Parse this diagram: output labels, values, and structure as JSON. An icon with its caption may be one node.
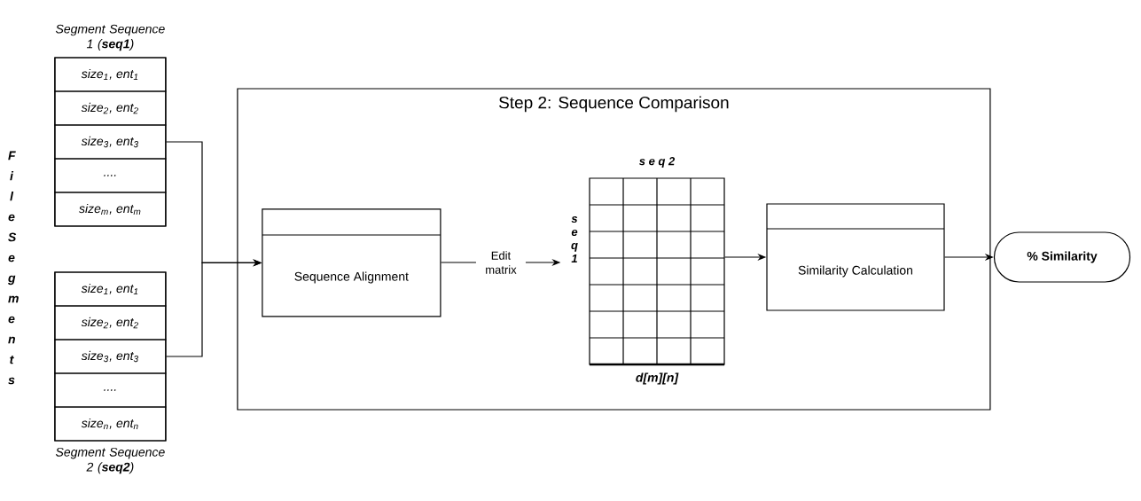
{
  "diagram": {
    "nodes": [
      {
        "text": [
          "Segment Sequence 1 (**seq1**)"
        ]
      },
      {
        "text": [
          "size$_{1}$, ent$_{1}$"
        ],
        "in": 0
      },
      {
        "text": [
          "size$_{2}$, ent$_{2}$"
        ],
        "in": 0
      },
      {
        "text": [
          "size$_{3}$, ent$_{3}$"
        ],
        "in": 0
      },
      {
        "text": [
          "...."
        ],
        "in": 0
      },
      {
        "text": [
          "size$_{m}$, ent$_{m}$"
        ],
        "in": 0
      },
      {
        "text": [
          "Segment Sequence 2 (**seq2**)"
        ]
      },
      {
        "text": [
          "size$_{1}$, ent$_{1}$"
        ],
        "in": 6
      },
      {
        "text": [
          "size$_{2}$, ent$_{2}$"
        ],
        "in": 6
      },
      {
        "text": [
          "size$_{3}$, ent$_{3}$"
        ],
        "in": 6
      },
      {
        "text": [
          "...."
        ],
        "in": 6
      },
      {
        "text": [
          "size$_{n}$, ent$_{n}$"
        ],
        "in": 6
      },
      {
        "text": [
          "Step 2: Sequence Comparison"
        ]
      },
      {
        "text": [
          "Sequence Alignment"
        ],
        "in": 12
      },
      {
        "text": [
          "s e q 2",
          "s e q 1",
          "d[m][n]"
        ],
        "in": 12
      },
      {
        "text": [
          "Similarity Calculation"
        ],
        "in": 12
      },
      {
        "text": [
          "% Similarity"
        ]
      }
    ],
    "edges": [
      {
        "from": 3,
        "to": 13,
        "arrow": "to"
      },
      {
        "from": 9,
        "to": 13,
        "arrow": "to"
      },
      {
        "from": 13,
        "to": 14,
        "arrow": "to",
        "label": "Edit matrix"
      },
      {
        "from": 14,
        "to": 15,
        "arrow": "to"
      },
      {
        "from": 15,
        "to": 16,
        "arrow": "to"
      }
    ],
    "labels": [
      "F i l e S e g m e n t s"
    ]
  }
}
